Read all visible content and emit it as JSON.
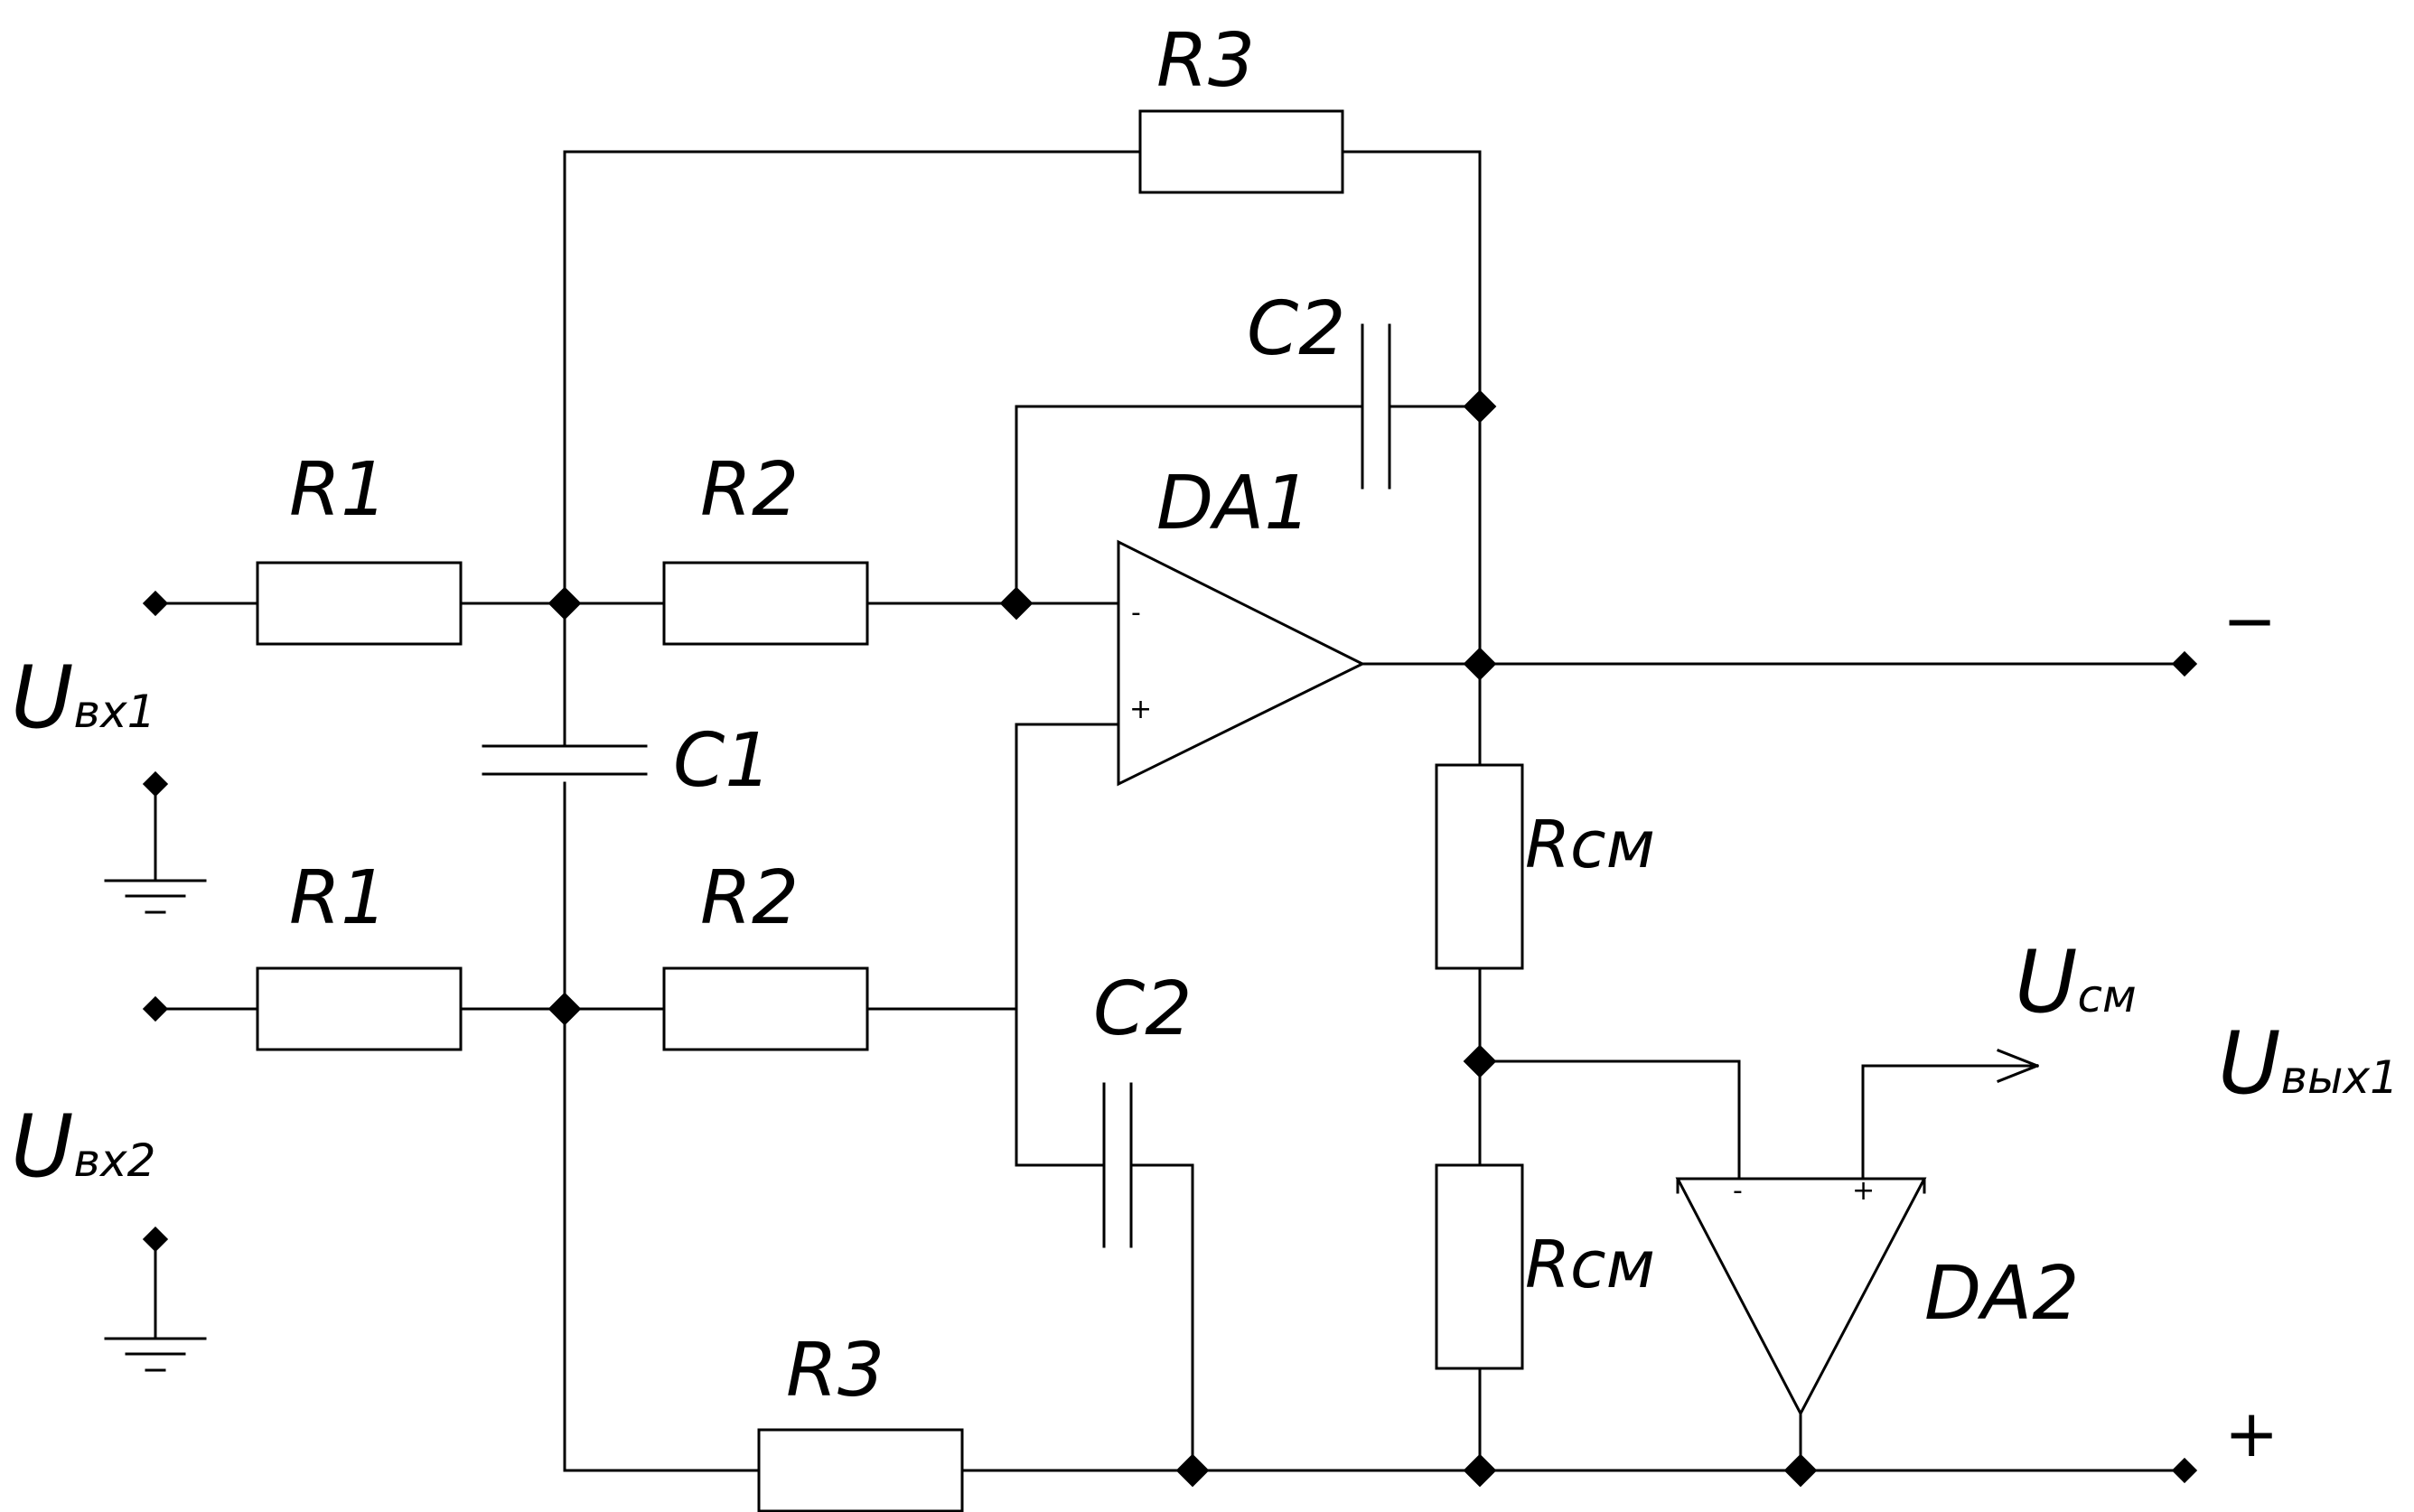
{
  "components": {
    "r1_top": "R1",
    "r1_bottom": "R1",
    "r2_top": "R2",
    "r2_bottom": "R2",
    "r3_top": "R3",
    "r3_bottom": "R3",
    "c1": "C1",
    "c2_top": "C2",
    "c2_bottom": "C2",
    "rcm_top": "Rсм",
    "rcm_bottom": "Rсм",
    "da1": "DA1",
    "da2": "DA2"
  },
  "pins": {
    "da1_minus": "-",
    "da1_plus": "+",
    "da2_minus": "-",
    "da2_plus": "+"
  },
  "signals": {
    "uin1_main": "U",
    "uin1_sub": "вх1",
    "uin2_main": "U",
    "uin2_sub": "вх2",
    "ucm_main": "U",
    "ucm_sub": "см",
    "uout_main": "U",
    "uout_sub": "вых1"
  },
  "outputs": {
    "minus": "−",
    "plus": "+"
  },
  "colors": {
    "line": "#000000",
    "background": "#ffffff"
  }
}
